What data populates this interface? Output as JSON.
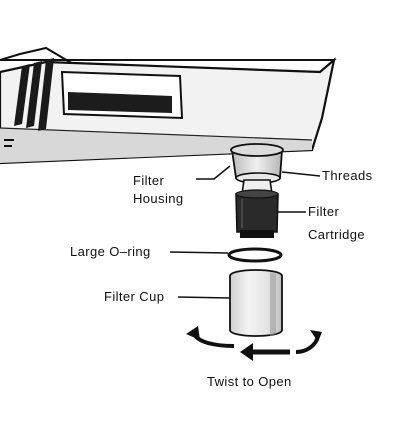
{
  "diagram": {
    "labels": {
      "filter_housing_line1": "Filter",
      "filter_housing_line2": "Housing",
      "threads": "Threads",
      "filter_cartridge_line1": "Filter",
      "filter_cartridge_line2": "Cartridge",
      "large_o_ring": "Large O–ring",
      "filter_cup": "Filter Cup",
      "twist_to_open": "Twist to Open"
    },
    "colors": {
      "ink": "#111111",
      "appliance_body": "#f1f1f1",
      "cartridge": "#2a2a2a",
      "cup": "#e6e6e6"
    }
  }
}
